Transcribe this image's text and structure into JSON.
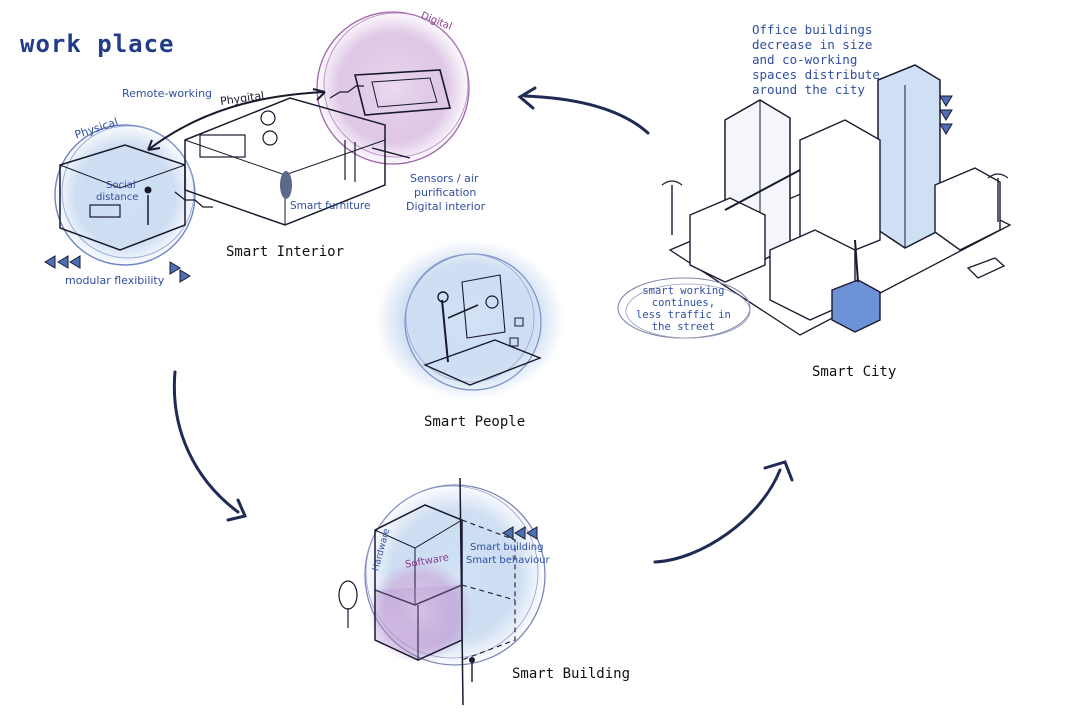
{
  "title": "work place",
  "captions": {
    "smart_interior": "Smart Interior",
    "smart_people": "Smart People",
    "smart_city": "Smart City",
    "smart_building": "Smart Building"
  },
  "interior_labels": {
    "digital": "Digital",
    "phygital": "Phygital",
    "physical": "Physical",
    "remote_working": "Remote-working",
    "social_distance_1": "Social",
    "social_distance_2": "distance",
    "smart_furniture": "Smart furniture",
    "sensors_1": "Sensors / air",
    "sensors_2": "purification",
    "sensors_3": "Digital interior",
    "modular_flexibility": "modular flexibility"
  },
  "city_labels": {
    "office_note": "Office buildings\ndecrease in size\nand co-working\nspaces distribute\naround the city",
    "smart_working_note": "smart working\ncontinues,\nless traffic in\nthe street"
  },
  "building_labels": {
    "software": "Software",
    "hardware": "Hardware",
    "smart_building_1": "Smart building",
    "smart_building_2": "Smart behaviour"
  },
  "colors": {
    "ink": "#1a1a2e",
    "accent_blue": "#2f4fa0",
    "accent_purple": "#8a3b8f",
    "wash_blue": "#a9c4e8",
    "wash_purple": "#c9a3d6"
  }
}
